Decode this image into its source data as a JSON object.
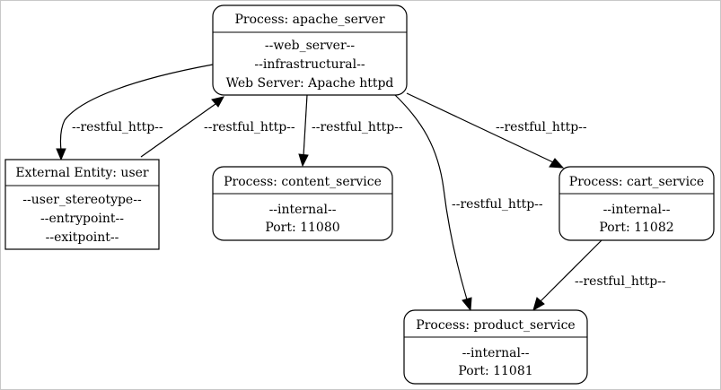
{
  "diagram": {
    "nodes": {
      "apache_server": {
        "title": "Process: apache_server",
        "lines": [
          "--web_server--",
          "--infrastructural--",
          "Web Server: Apache httpd"
        ]
      },
      "user": {
        "title": "External Entity: user",
        "lines": [
          "--user_stereotype--",
          "--entrypoint--",
          "--exitpoint--"
        ]
      },
      "content_service": {
        "title": "Process: content_service",
        "lines": [
          "--internal--",
          "Port: 11080"
        ]
      },
      "cart_service": {
        "title": "Process: cart_service",
        "lines": [
          "--internal--",
          "Port: 11082"
        ]
      },
      "product_service": {
        "title": "Process: product_service",
        "lines": [
          "--internal--",
          "Port: 11081"
        ]
      }
    },
    "edges": [
      {
        "from": "apache_server",
        "to": "user",
        "label": "--restful_http--"
      },
      {
        "from": "user",
        "to": "apache_server",
        "label": "--restful_http--"
      },
      {
        "from": "apache_server",
        "to": "content_service",
        "label": "--restful_http--"
      },
      {
        "from": "apache_server",
        "to": "cart_service",
        "label": "--restful_http--"
      },
      {
        "from": "apache_server",
        "to": "product_service",
        "label": "--restful_http--"
      },
      {
        "from": "cart_service",
        "to": "product_service",
        "label": "--restful_http--"
      }
    ]
  }
}
